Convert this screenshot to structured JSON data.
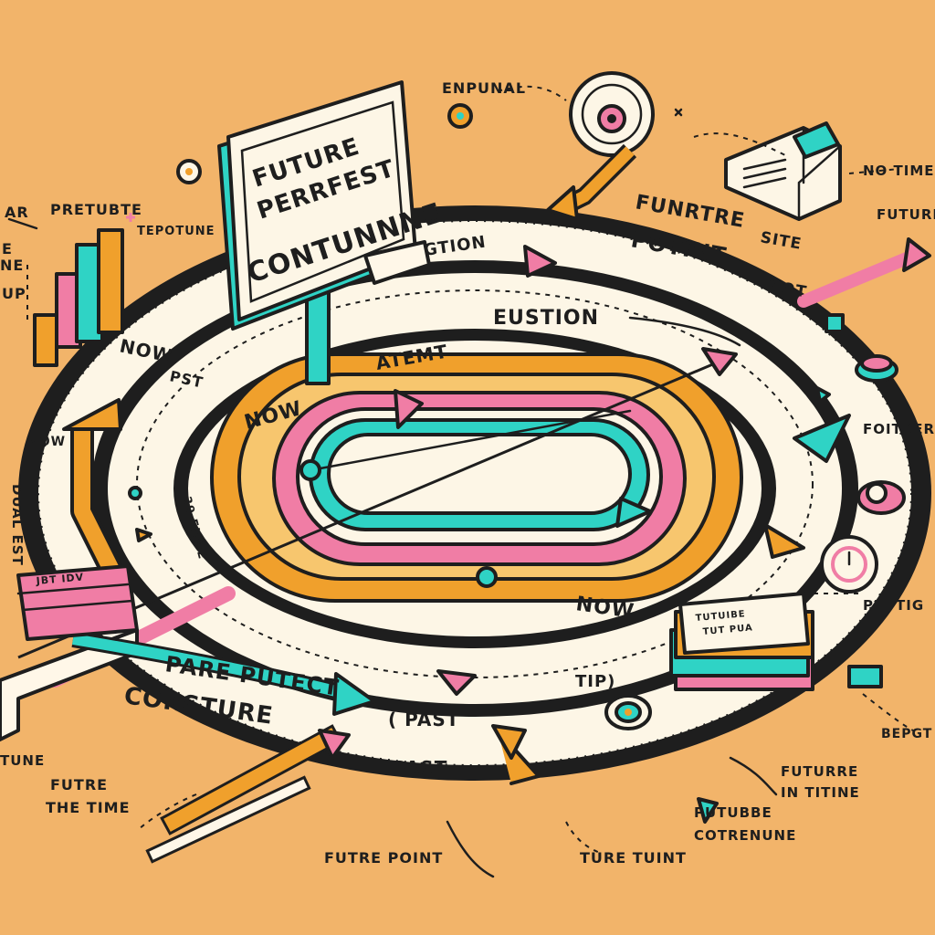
{
  "colors": {
    "background": "#f2b46a",
    "track_dark": "#1e1e1e",
    "track_light": "#fdf6e6",
    "orange": "#f0a02c",
    "pink": "#f07da5",
    "teal": "#2fd3c5",
    "cream": "#fff7e8"
  },
  "sign": {
    "line1": "FUTURE",
    "line2": "PERRFEST",
    "line3": "CONTUNNNE"
  },
  "labels": {
    "enpunal": "ENPUNAL",
    "pretubte": "PRETUBTE",
    "ar": "AR",
    "tepotune": "TEPOTUNE",
    "e": "E",
    "ne": "NE",
    "up": "UP",
    "no_time": "NO TIME",
    "future_right": "FUTURE",
    "funrtre": "FUNRTRE",
    "potint": "POTINT",
    "site": "SITE",
    "not": "NOT",
    "gtion": "GTION",
    "eustion": "EUSTION",
    "atemt": "ATEMT",
    "now_top_left": "NOW",
    "pst": "PST",
    "now_center": "NOW",
    "now_left": "NOW",
    "dual_est": "DUAL EST",
    "fime": "39 FIIME",
    "foitbere": "FOITBERE",
    "now_bottom": "NOW",
    "pie_tig": "PIE TIG",
    "pare_putect": "PARE PUTECT",
    "corsture": "CORSTURE",
    "past_paren": "( PAST",
    "past": "PAST",
    "tip": "TIP)",
    "tune_left": "TUNE",
    "futre_time_1": "FUTRE",
    "futre_time_2": "THE TIME",
    "futre_point": "FUTRE POINT",
    "ture_tuint": "TURE TUINT",
    "futubbe_1": "PUTUBBE",
    "futubbe_2": "COTRENUNE",
    "futurre_1": "FUTURRE",
    "futurre_2": "IN TITINE",
    "bepgt": "BEPGT",
    "box_label_1": "TUTUIBE",
    "box_label_2": "TUT PUA",
    "bag_label": "JBT IDV"
  }
}
